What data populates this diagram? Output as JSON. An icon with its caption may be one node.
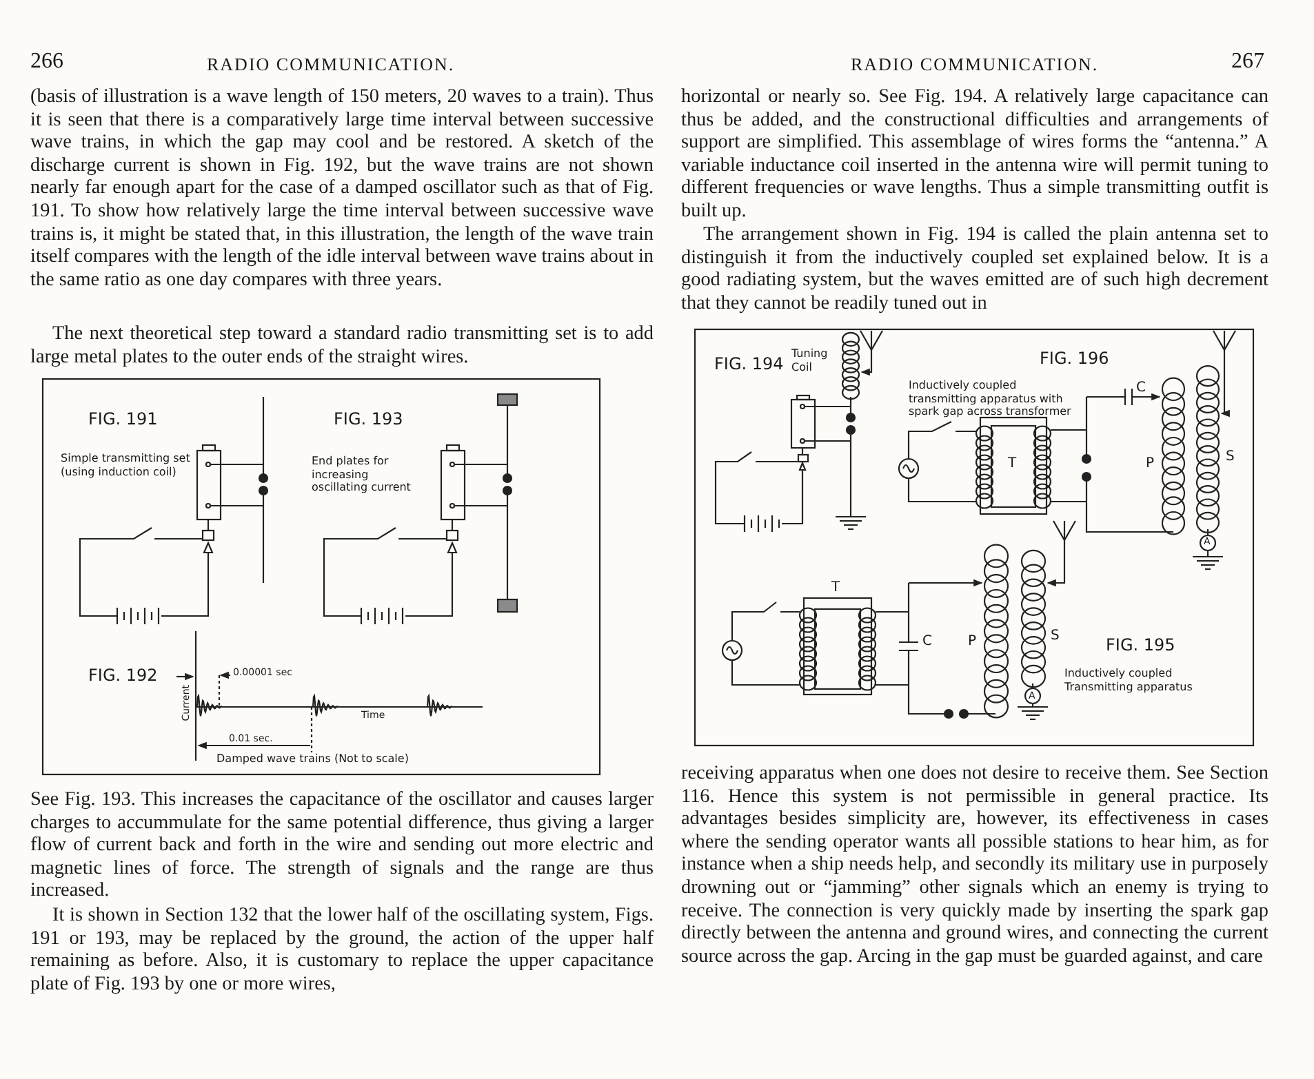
{
  "diagram": {
    "labels": [
      "266",
      "RADIO COMMUNICATION.",
      "RADIO COMMUNICATION.",
      "267",
      "(basis of illustration is a wave length of 150 meters, 20 waves to a train). Thus it is seen that there is a comparatively large time interval between successive wave trains, in which the gap may cool and be restored. A sketch of the discharge current is shown in Fig. 192, but the wave trains are not shown nearly far enough apart for the case of a damped oscillator such as that of Fig. 191. To show how relatively large the time interval between successive wave trains is, it might be stated that, in this illustration, the length of the wave train itself compares with the length of the idle interval between wave trains about in the same ratio as one day compares with three years.",
      "The next theoretical step toward a standard radio transmitting set is to add large metal plates to the outer ends of the straight wires.",
      "FIG. 191",
      "Simple transmitting set (using induction coil)",
      "FIG. 193",
      "End plates for increasing oscillating current",
      "FIG. 192",
      "0.00001 sec",
      "Current",
      "Time",
      "0.01 sec.",
      "Damped wave trains (Not to scale)",
      "See Fig. 193. This increases the capacitance of the oscillator and causes larger charges to accummulate for the same potential difference, thus giving a larger flow of current back and forth in the wire and sending out more electric and magnetic lines of force. The strength of signals and the range are thus increased.",
      "It is shown in Section 132 that the lower half of the oscillating system, Figs. 191 or 193, may be replaced by the ground, the action of the upper half remaining as before. Also, it is customary to replace the upper capacitance plate of Fig. 193 by one or more wires,",
      "horizontal or nearly so. See Fig. 194. A relatively large capacitance can thus be added, and the constructional difficulties and arrangements of support are simplified. This assemblage of wires forms the “antenna.” A variable inductance coil inserted in the antenna wire will permit tuning to different frequencies or wave lengths. Thus a simple transmitting outfit is built up.",
      "The arrangement shown in Fig. 194 is called the plain antenna set to distinguish it from the inductively coupled set explained below. It is a good radiating system, but the waves emitted are of such high decrement that they cannot be readily tuned out in",
      "FIG. 194",
      "Tuning Coil",
      "FIG. 196",
      "Inductively coupled transmitting apparatus with spark gap across transformer",
      "C",
      "T",
      "P",
      "S",
      "A",
      "T",
      "C",
      "P",
      "S",
      "FIG. 195",
      "A",
      "Inductively coupled Transmitting apparatus",
      "receiving apparatus when one does not desire to receive them. See Section 116. Hence this system is not permissible in general practice. Its advantages besides simplicity are, however, its effectiveness in cases where the sending operator wants all possible stations to hear him, as for instance when a ship needs help, and secondly its military use in purposely drowning out or “jamming” other signals which an enemy is trying to receive. The connection is very quickly made by inserting the spark gap directly between the antenna and ground wires, and connecting the current source across the gap. Arcing in the gap must be guarded against, and care"
    ]
  }
}
